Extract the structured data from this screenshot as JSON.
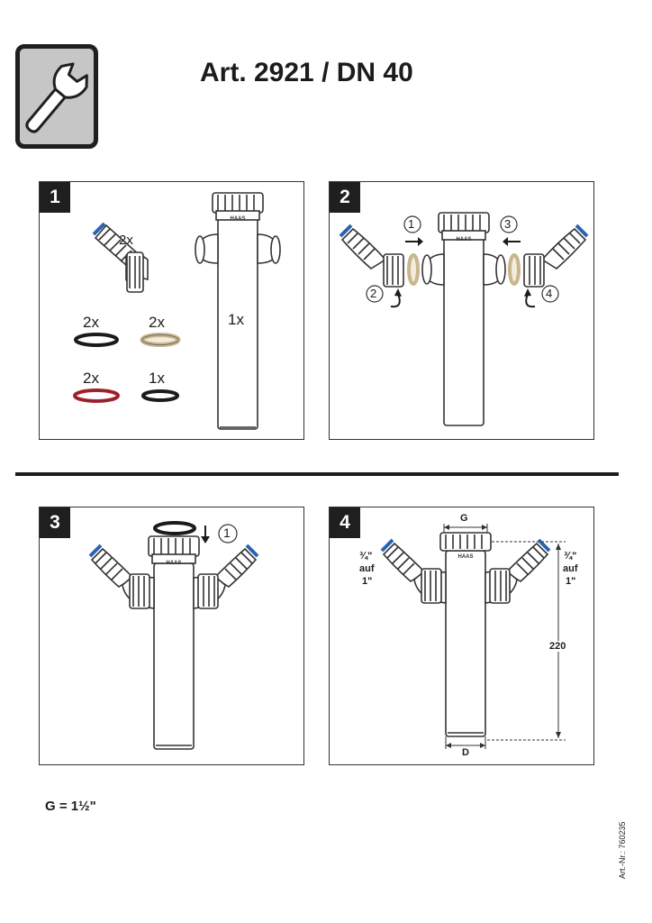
{
  "header": {
    "title": "Art. 2921 / DN 40",
    "icon": "wrench-icon"
  },
  "panels": [
    {
      "step": "1",
      "labels": {
        "elbow_qty": "2x",
        "black_ring_qty": "2x",
        "beige_ring_qty": "2x",
        "red_ring_qty": "2x",
        "small_ring_qty": "1x",
        "body_qty": "1x"
      }
    },
    {
      "step": "2",
      "labels": {
        "s1": "1",
        "s2": "2",
        "s3": "3",
        "s4": "4"
      }
    },
    {
      "step": "3",
      "labels": {
        "s1": "1"
      }
    },
    {
      "step": "4",
      "labels": {
        "g": "G",
        "d": "D",
        "height": "220",
        "left_size_a": "¾\"",
        "left_size_b": "auf",
        "left_size_c": "1\"",
        "right_size_a": "¾\"",
        "right_size_b": "auf",
        "right_size_c": "1\""
      }
    }
  ],
  "brand": "HAAS",
  "footer": {
    "g_note": "G = 1½\"",
    "article_no": "Art.-Nr.: 760235"
  },
  "colors": {
    "ring_black": "#1b1b1b",
    "ring_beige": "#c9b58e",
    "ring_red": "#b3202c",
    "hose_blue": "#2a62b5",
    "icon_bg": "#c6c6c6"
  }
}
